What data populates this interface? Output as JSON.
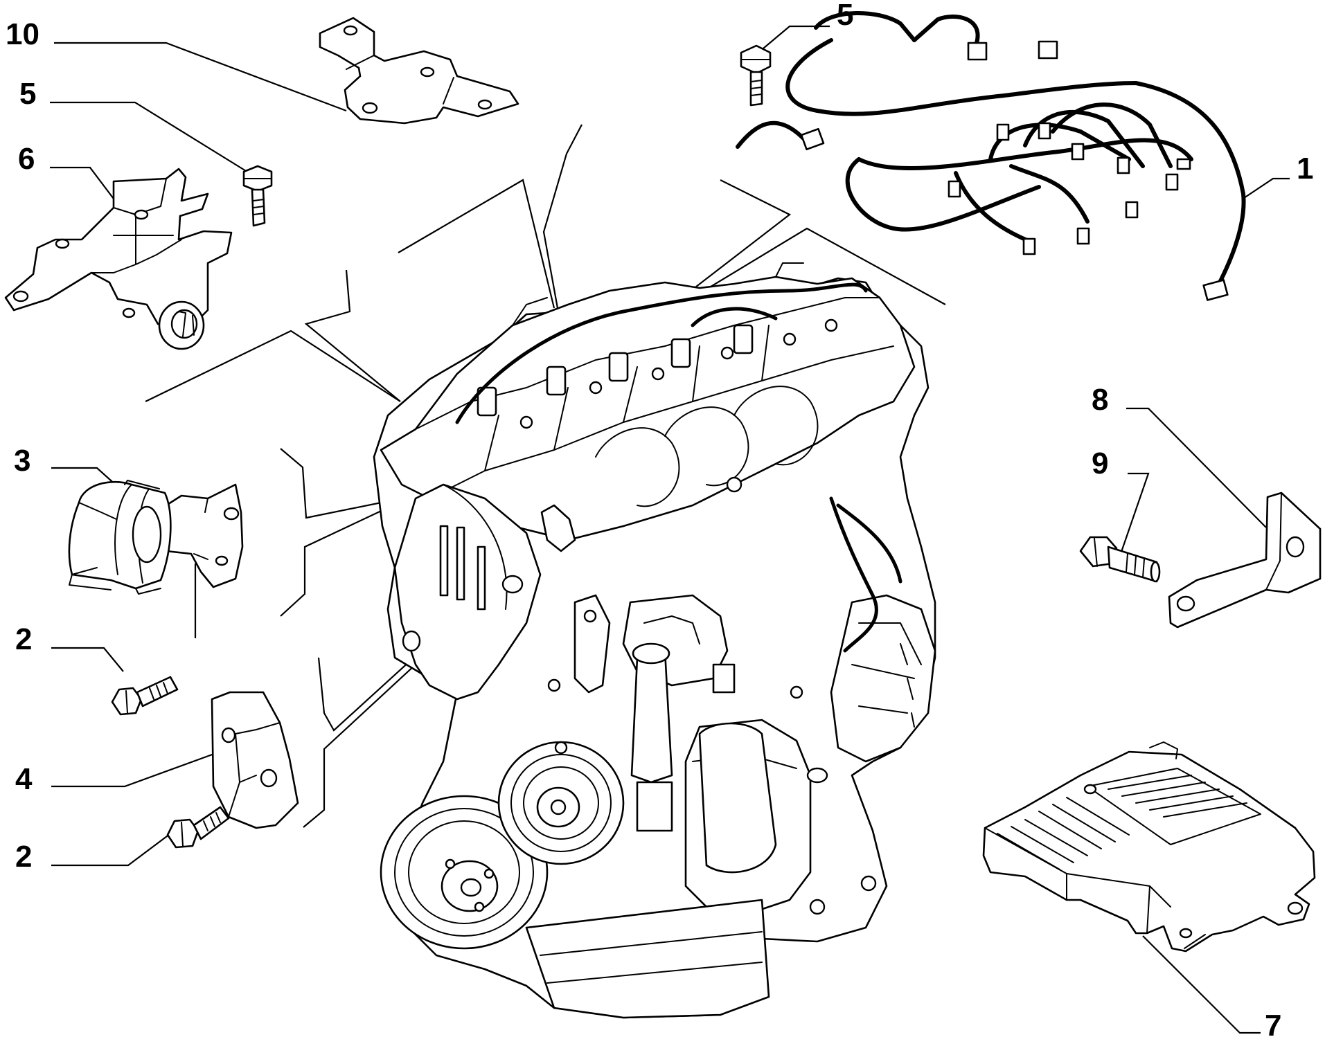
{
  "callouts": {
    "c10": "10",
    "c5a": "5",
    "c6": "6",
    "c5b": "5",
    "c1": "1",
    "c3": "3",
    "c2a": "2",
    "c4": "4",
    "c2b": "2",
    "c8": "8",
    "c9": "9",
    "c7": "7"
  },
  "colors": {
    "ink": "#000000",
    "paper": "#ffffff"
  }
}
